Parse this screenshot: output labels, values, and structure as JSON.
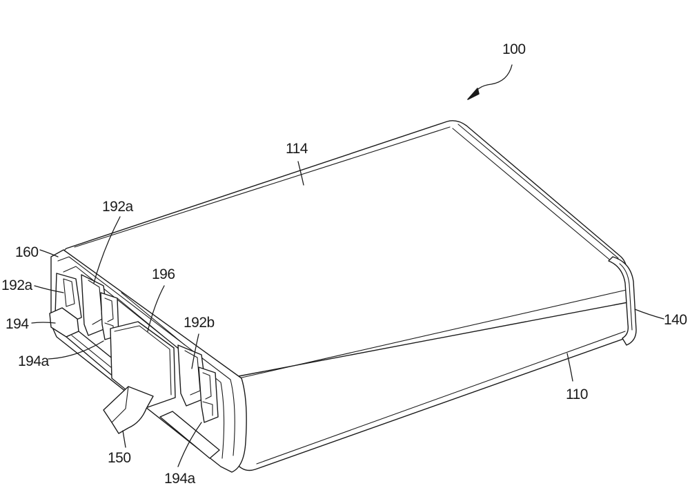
{
  "labels": {
    "assembly": "100",
    "top_face": "114",
    "tab_upper": "192a",
    "end_cover": "160",
    "tab_left": "192a",
    "spacer": "196",
    "clip": "194",
    "tab_right": "192b",
    "end_cap": "140",
    "clip_a_left": "194a",
    "body": "110",
    "flex_cable": "150",
    "clip_a_bottom": "194a"
  }
}
